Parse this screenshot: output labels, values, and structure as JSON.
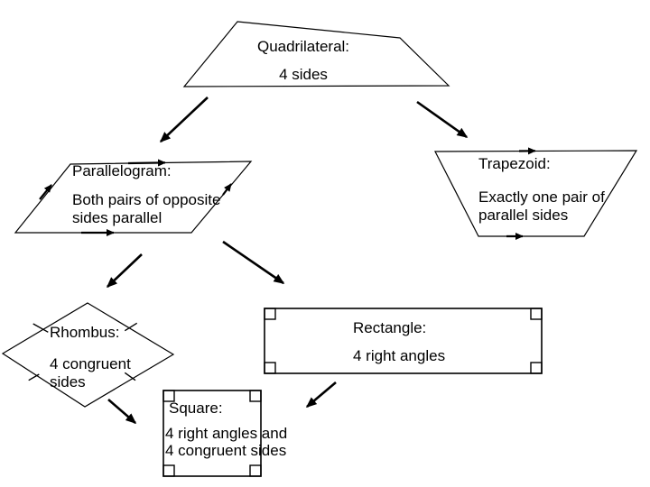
{
  "nodes": {
    "quadrilateral": {
      "title": "Quadrilateral:",
      "desc": "4 sides"
    },
    "parallelogram": {
      "title": "Parallelogram:",
      "desc_line1": "Both pairs of opposite",
      "desc_line2": "sides parallel"
    },
    "trapezoid": {
      "title": "Trapezoid:",
      "desc_line1": "Exactly one pair of",
      "desc_line2": "parallel sides"
    },
    "rhombus": {
      "title": "Rhombus:",
      "desc_line1": "4 congruent",
      "desc_line2": "sides"
    },
    "rectangle": {
      "title": "Rectangle:",
      "desc": "4 right angles"
    },
    "square": {
      "title": "Square:",
      "desc_line1": "4 right angles and",
      "desc_line2": "4 congruent sides"
    }
  },
  "edges": [
    {
      "from": "Quadrilateral",
      "to": "Parallelogram"
    },
    {
      "from": "Quadrilateral",
      "to": "Trapezoid"
    },
    {
      "from": "Parallelogram",
      "to": "Rhombus"
    },
    {
      "from": "Parallelogram",
      "to": "Rectangle"
    },
    {
      "from": "Rhombus",
      "to": "Square"
    },
    {
      "from": "Rectangle",
      "to": "Square"
    }
  ],
  "colors": {
    "line": "#000000",
    "background": "#ffffff",
    "text": "#000000"
  }
}
